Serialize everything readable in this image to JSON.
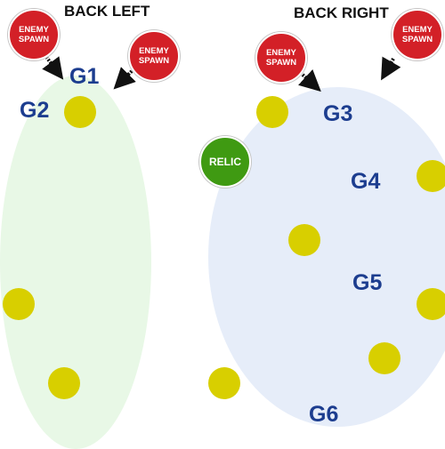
{
  "map": {
    "headers": {
      "back_left": "BACK LEFT",
      "back_right": "BACK RIGHT"
    },
    "spawns": [
      {
        "line1": "ENEMY",
        "line2": "SPAWN"
      },
      {
        "line1": "ENEMY",
        "line2": "SPAWN"
      },
      {
        "line1": "ENEMY",
        "line2": "SPAWN"
      },
      {
        "line1": "ENEMY",
        "line2": "SPAWN"
      }
    ],
    "relic": {
      "label": "RELIC"
    },
    "groups": [
      "G1",
      "G2",
      "G3",
      "G4",
      "G5",
      "G6"
    ],
    "colors": {
      "spawn": "#d32027",
      "relic": "#3f9a12",
      "point": "#d8cf00",
      "zone_left": "#e8f8e6",
      "zone_right": "#e6edf9",
      "group_label": "#1c3d8f"
    }
  }
}
